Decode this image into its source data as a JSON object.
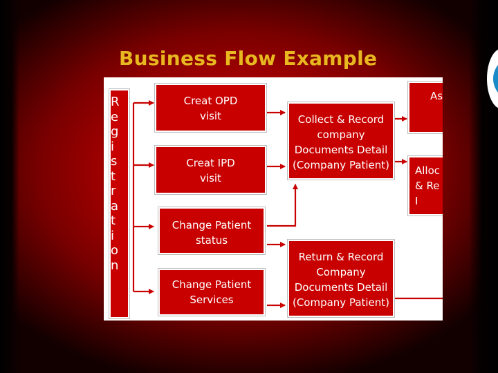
{
  "title": "Business Flow Example",
  "diagram": {
    "registration_letters": [
      "R",
      "e",
      "g",
      "i",
      "s",
      "t",
      "r",
      "a",
      "t",
      "i",
      "o",
      "n"
    ],
    "boxes": {
      "creat_opd": "Creat OPD\nvisit",
      "creat_ipd": "Creat IPD\nvisit",
      "change_status": "Change Patient\nstatus",
      "change_services": "Change Patient\nServices",
      "collect_record": "Collect & Record\ncompany\nDocuments Detail\n(Company Patient)",
      "return_record": "Return & Record\nCompany\nDocuments Detail\n(Company Patient)",
      "partial_as": "As",
      "partial_alloc": "Alloc\n& Re\nI"
    }
  },
  "colors": {
    "box_fill": "#c80000",
    "title": "#e8b820",
    "background": "#b00000",
    "connector": "#c80000"
  }
}
